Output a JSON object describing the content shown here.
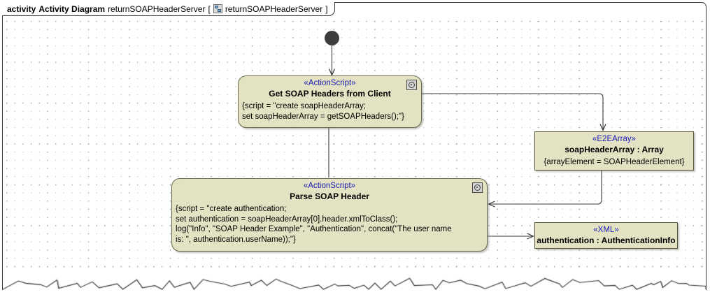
{
  "frame": {
    "keyword": "activity",
    "diagram_type": "Activity Diagram",
    "name": "returnSOAPHeaderServer",
    "bracket_open": "[",
    "bracket_close": "]",
    "bracket_name": "returnSOAPHeaderServer",
    "icon": "activity-diagram-icon"
  },
  "colors": {
    "node_fill": "#E3E3C4",
    "node_border": "#55553B",
    "stereotype_text": "#1A1AB4",
    "initial_node": "#3D3D3D",
    "connector": "#3A3A3A",
    "grid_dot": "#9A9A9A",
    "canvas": "#FFFFFF"
  },
  "nodes": {
    "initial": {
      "name": "initial-node",
      "shape": "filled-circle"
    },
    "get_soap_headers": {
      "stereotype": "«ActionScript»",
      "name": "Get SOAP Headers from Client",
      "properties": "{script = \"create soapHeaderArray;\nset soapHeaderArray = getSOAPHeaders();\"}",
      "icon": "action-script-icon"
    },
    "parse_soap_header": {
      "stereotype": "«ActionScript»",
      "name": "Parse SOAP Header",
      "properties": "{script = \"create authentication;\nset authentication = soapHeaderArray[0].header.xmlToClass();\nlog(\"Info\", \"SOAP Header Example\", \"Authentication\", concat(\"The user name\nis: \", authentication.userName));\"}",
      "icon": "action-script-icon"
    },
    "soap_header_array": {
      "stereotype": "«E2EArray»",
      "name": "soapHeaderArray : Array",
      "properties": "{arrayElement = SOAPHeaderElement}"
    },
    "authentication": {
      "stereotype": "«XML»",
      "name": "authentication : AuthenticationInfo",
      "properties": ""
    }
  },
  "connectors": [
    {
      "name": "initial-to-get-soap-headers",
      "from": "initial",
      "to": "get_soap_headers",
      "direction": "down"
    },
    {
      "name": "get-soap-headers-to-array",
      "from": "get_soap_headers",
      "to": "soap_header_array",
      "direction": "right-down"
    },
    {
      "name": "get-soap-headers-to-parse",
      "from": "get_soap_headers",
      "to": "parse_soap_header",
      "direction": "down"
    },
    {
      "name": "array-to-parse",
      "from": "soap_header_array",
      "to": "parse_soap_header",
      "direction": "down-left"
    },
    {
      "name": "parse-to-authentication",
      "from": "parse_soap_header",
      "to": "authentication",
      "direction": "right"
    }
  ]
}
